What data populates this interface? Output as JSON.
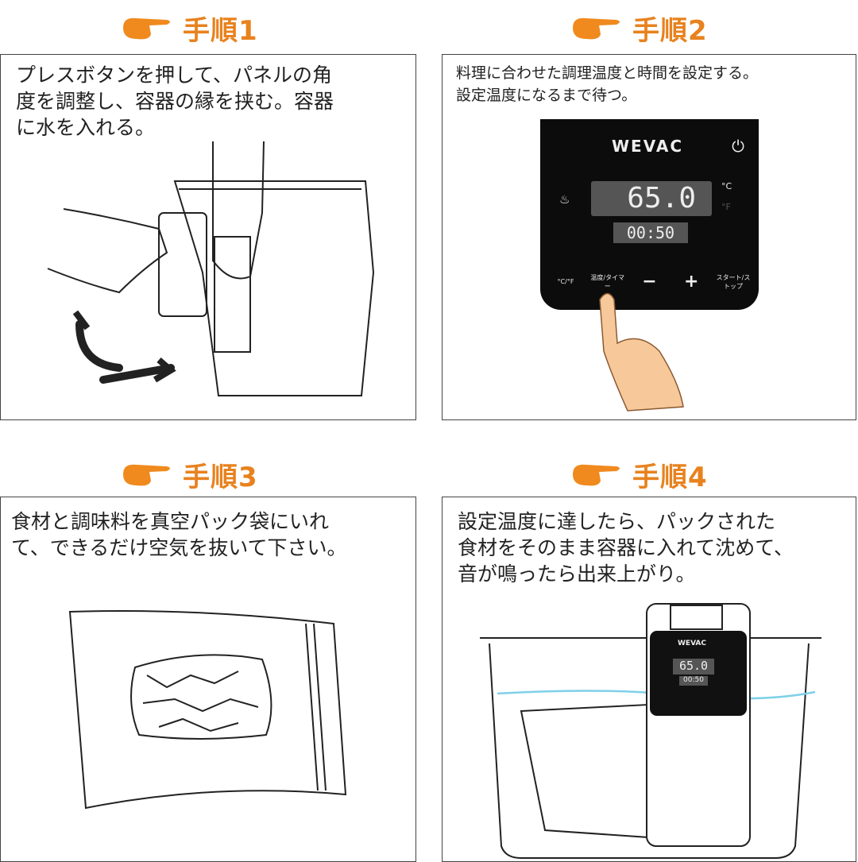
{
  "steps": [
    {
      "title": "手順1",
      "text": "プレスボタンを押して、パネルの角\n度を調整し、容器の縁を挟む。容器\nに水を入れる。"
    },
    {
      "title": "手順2",
      "text": "料理に合わせた調理温度と時間を設定する。\n設定温度になるまで待つ。"
    },
    {
      "title": "手順3",
      "text": "食材と調味料を真空パック袋にいれ\nて、できるだけ空気を抜いて下さい。"
    },
    {
      "title": "手順4",
      "text": "設定温度に達したら、パックされた\n食材をそのまま容器に入れて沈めて、\n音が鳴ったら出来上がり。"
    }
  ],
  "icons": {
    "header": "pointing-hand-icon"
  },
  "colors": {
    "accent": "#e8821e",
    "water": "#7fd0e8"
  },
  "device": {
    "brand": "WEVAC",
    "temperature": "65.0",
    "time": "00:50",
    "unit_c": "°C",
    "unit_f": "°F",
    "buttons": [
      "°C/°F",
      "温度/タイマー",
      "−",
      "+",
      "スタート/ストップ"
    ]
  },
  "device_small": {
    "brand": "WEVAC",
    "temperature": "65.0",
    "time": "00:50"
  }
}
